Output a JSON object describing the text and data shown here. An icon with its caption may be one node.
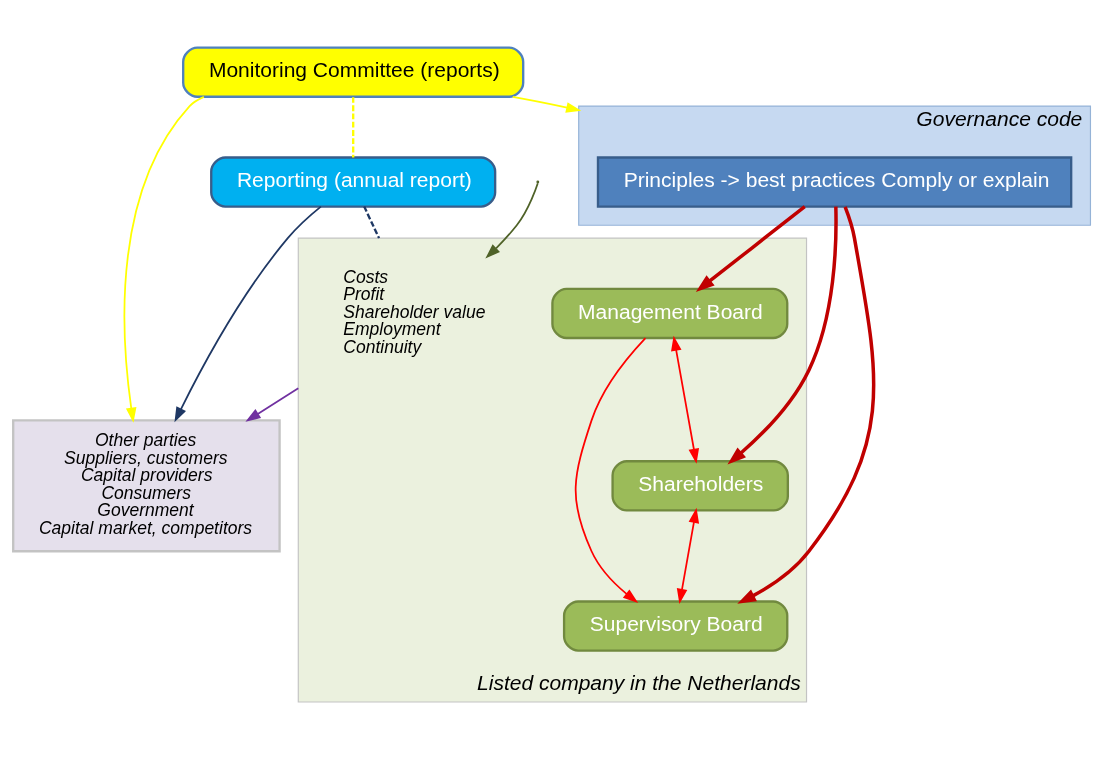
{
  "diagram": {
    "nodes": [
      {
        "text": [
          "Governance code"
        ]
      },
      {
        "text": [
          "Principles -> best practices Comply or explain"
        ],
        "in": 0
      },
      {
        "text": [
          "Listed company in the Netherlands"
        ]
      },
      {
        "text": [
          "Costs",
          "Profit",
          "Shareholder value",
          "Employment",
          "Continuity"
        ],
        "in": 2
      },
      {
        "text": [
          "Management Board"
        ],
        "in": 2
      },
      {
        "text": [
          "Shareholders"
        ],
        "in": 2
      },
      {
        "text": [
          "Supervisory Board"
        ],
        "in": 2
      },
      {
        "text": [
          "Other parties",
          "Suppliers, customers",
          "Capital providers",
          "Consumers",
          "Government",
          "Capital market, competitors"
        ]
      },
      {
        "text": [
          "Monitoring Committee (reports)"
        ]
      },
      {
        "text": [
          "Reporting (annual report)"
        ]
      }
    ],
    "edges": [
      {
        "from": 8,
        "to": 0,
        "arrow": "to",
        "color": "#ffff00"
      },
      {
        "from": 8,
        "to": 9,
        "arrow": "none",
        "style": "dashed",
        "color": "#ffff00"
      },
      {
        "from": 8,
        "to": 7,
        "arrow": "to",
        "color": "#ffff00"
      },
      {
        "from": 9,
        "to": 7,
        "arrow": "to",
        "color": "#1f3864"
      },
      {
        "from": 9,
        "to": 2,
        "arrow": "none",
        "style": "dashed",
        "color": "#1f3864"
      },
      {
        "from": null,
        "to": 3,
        "arrow": "to",
        "color": "#4f6228"
      },
      {
        "from": 1,
        "to": 4,
        "arrow": "to",
        "style": "thick",
        "color": "#c00000"
      },
      {
        "from": 1,
        "to": 6,
        "arrow": "to",
        "style": "thick",
        "color": "#c00000"
      },
      {
        "from": 1,
        "to": 5,
        "arrow": "to",
        "style": "thick",
        "color": "#c00000"
      },
      {
        "from": 4,
        "to": 5,
        "arrow": "both",
        "color": "#ff0000"
      },
      {
        "from": 4,
        "to": 6,
        "arrow": "to",
        "color": "#ff0000"
      },
      {
        "from": 5,
        "to": 6,
        "arrow": "both",
        "color": "#ff0000"
      },
      {
        "from": 2,
        "to": 7,
        "arrow": "to",
        "color": "#7030a0"
      }
    ]
  }
}
